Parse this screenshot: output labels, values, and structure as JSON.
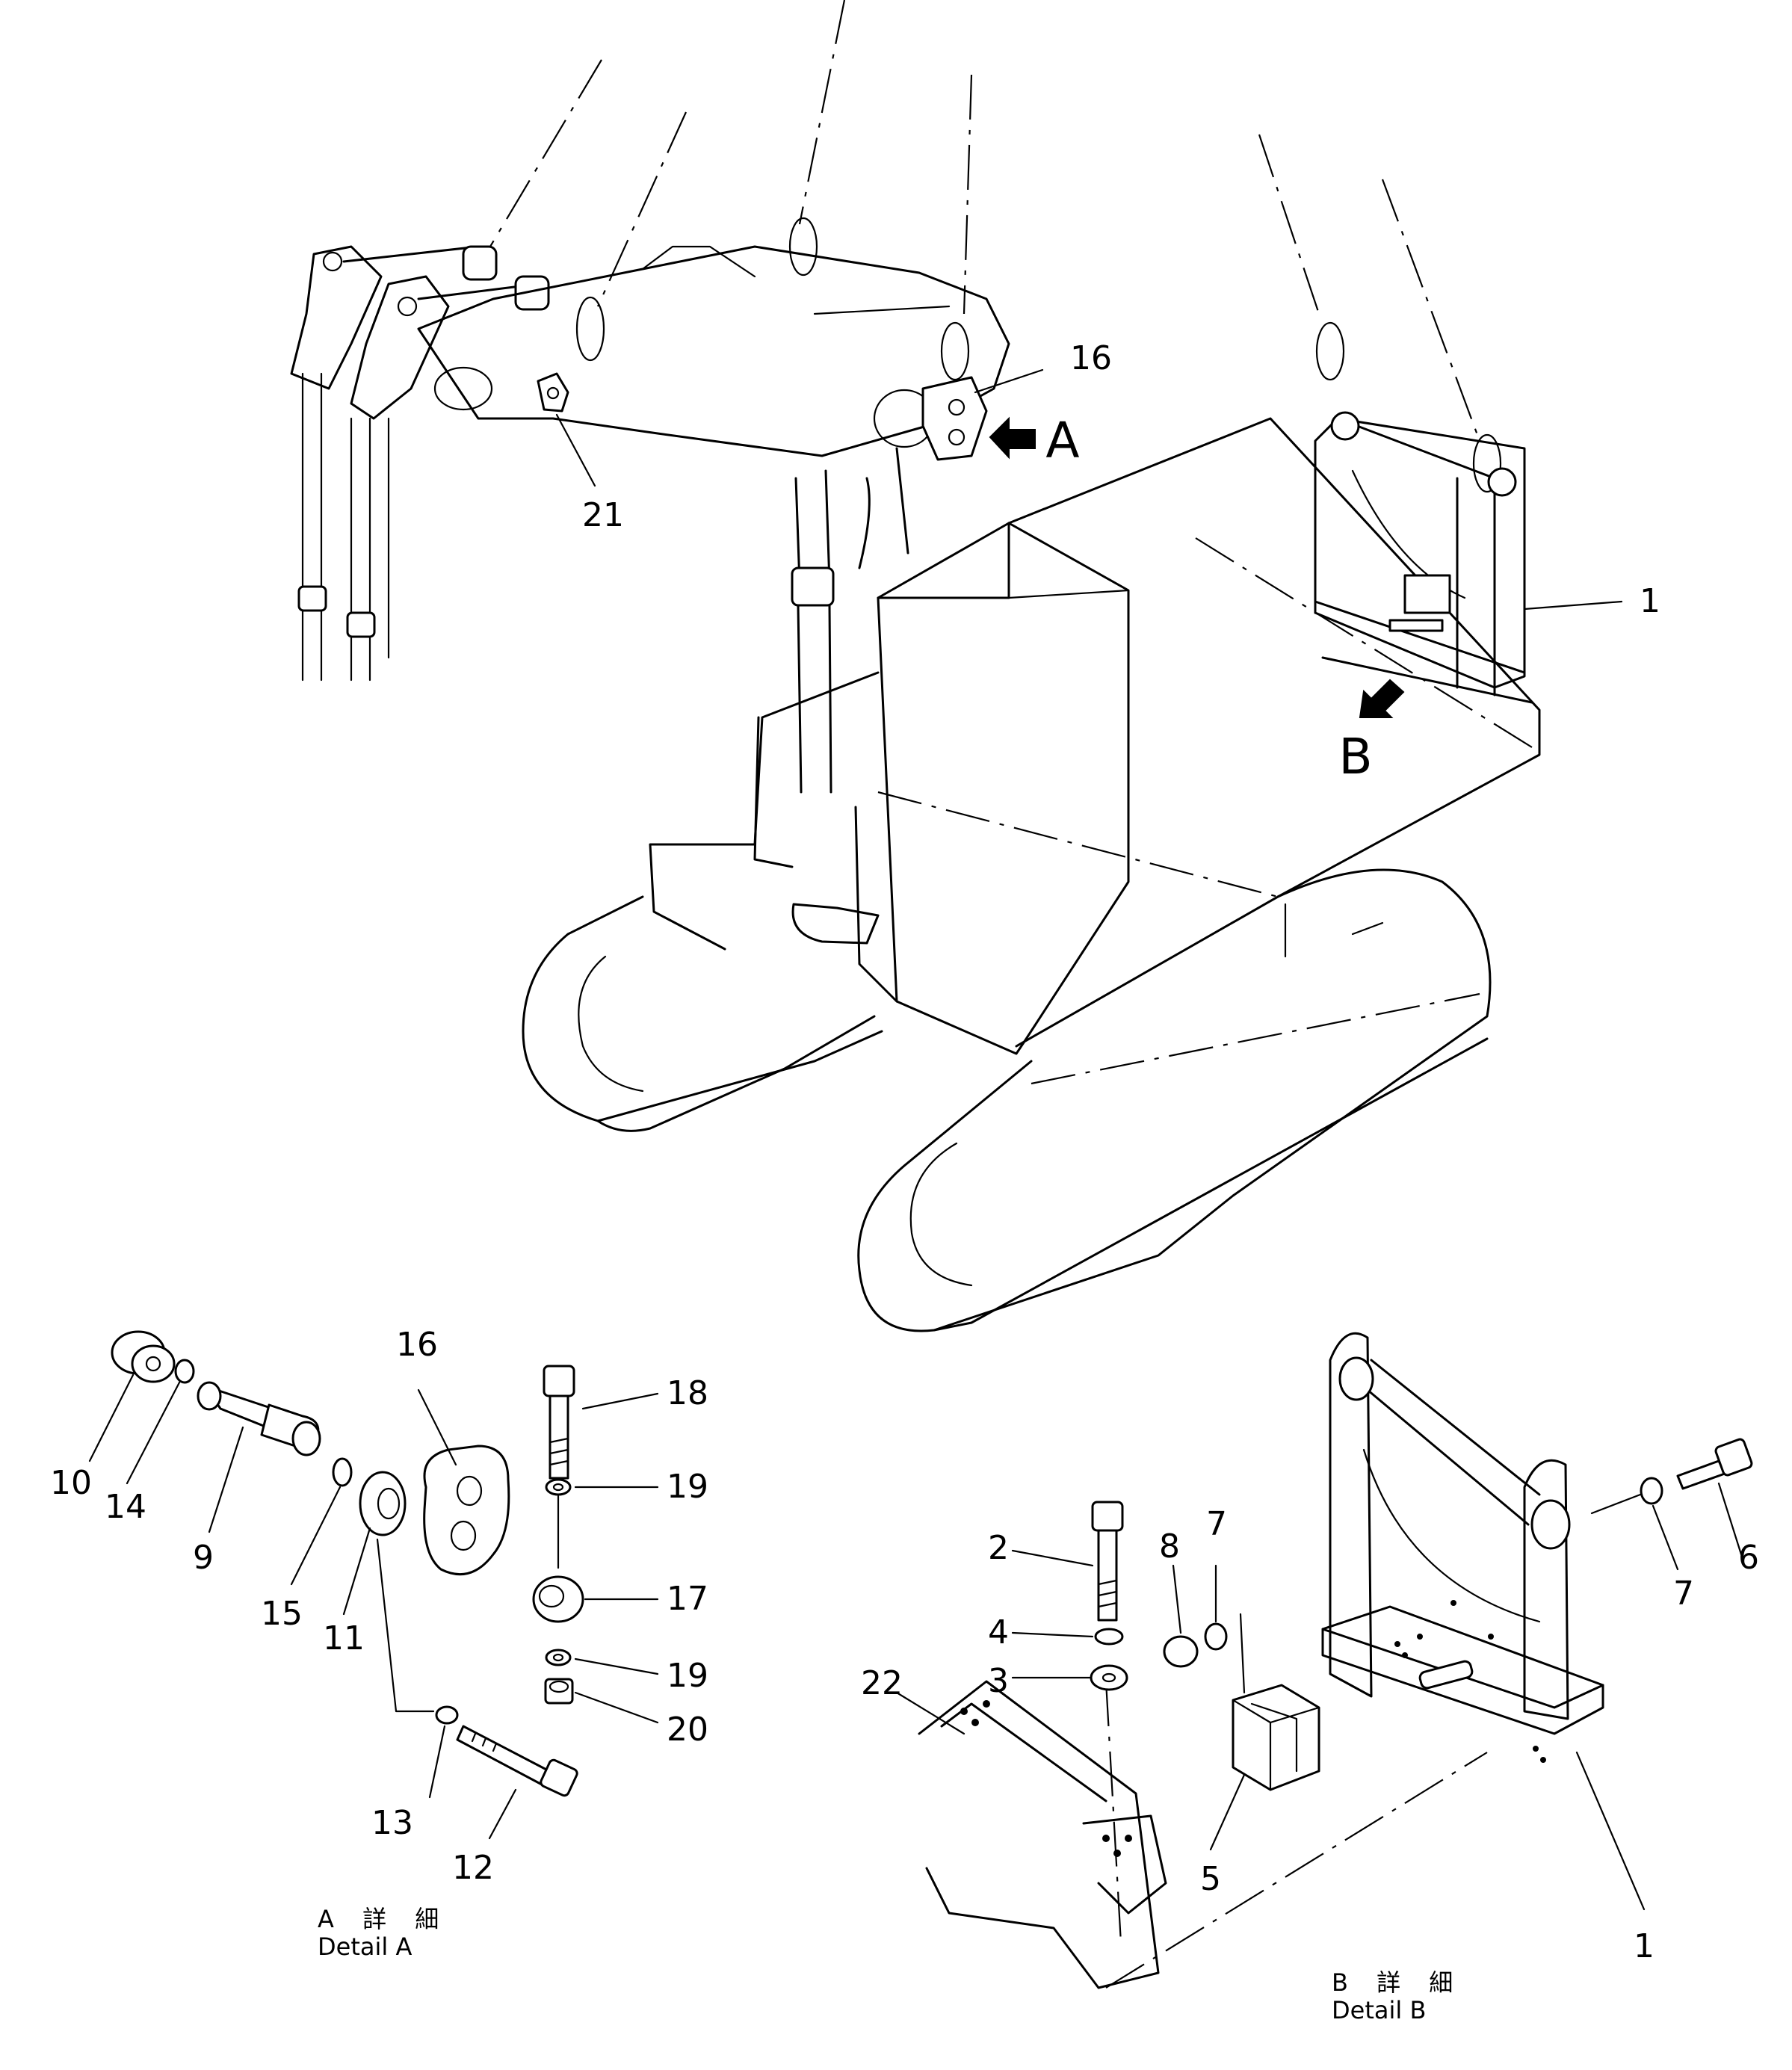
{
  "callouts": {
    "main_1": "1",
    "main_16": "16",
    "main_21": "21",
    "view_a": "A",
    "view_b": "B",
    "a_10": "10",
    "a_14": "14",
    "a_9": "9",
    "a_15": "15",
    "a_11": "11",
    "a_16": "16",
    "a_18": "18",
    "a_19_top": "19",
    "a_17": "17",
    "a_19_bottom": "19",
    "a_20": "20",
    "a_13": "13",
    "a_12": "12",
    "b_2": "2",
    "b_4": "4",
    "b_3": "3",
    "b_8": "8",
    "b_7_left": "7",
    "b_22": "22",
    "b_5": "5",
    "b_7_right": "7",
    "b_6": "6",
    "b_1": "1"
  },
  "captions": {
    "detail_a_jp": "A 詳 細",
    "detail_a_en": "Detail A",
    "detail_b_jp": "B 詳 細",
    "detail_b_en": "Detail B"
  }
}
